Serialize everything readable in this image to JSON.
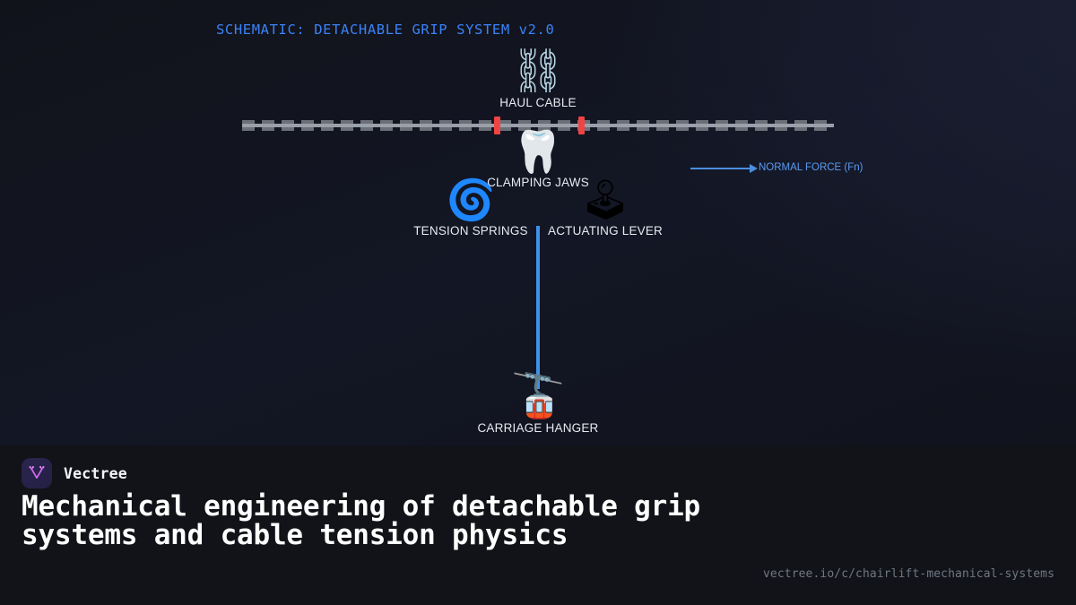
{
  "diagram": {
    "title": "SCHEMATIC: DETACHABLE GRIP SYSTEM v2.0",
    "title_color": "#3b82f6",
    "nodes": [
      {
        "id": "haul-cable",
        "icon": "⛓",
        "icon_name": "chains-icon",
        "label": "HAUL CABLE"
      },
      {
        "id": "clamping-jaws",
        "icon": "🦷",
        "icon_name": "tooth-icon",
        "label": "CLAMPING JAWS"
      },
      {
        "id": "tension-springs",
        "icon": "🌀",
        "icon_name": "spiral-icon",
        "label": "TENSION SPRINGS"
      },
      {
        "id": "actuating-lever",
        "icon": "🕹",
        "icon_name": "joystick-icon",
        "label": "ACTUATING LEVER"
      },
      {
        "id": "carriage-hanger",
        "icon": "🚡",
        "icon_name": "aerial-tramway-icon",
        "label": "CARRIAGE HANGER"
      }
    ],
    "annotation": {
      "label": "NORMAL FORCE (Fn)",
      "color": "#5b9bf0"
    },
    "cable": {
      "color": "#9aa0aa",
      "marker_color": "#ef4444"
    },
    "connector_color": "#3f92e8"
  },
  "footer": {
    "brand": "Vectree",
    "logo_name": "vectree-logo",
    "headline": "Mechanical engineering of detachable grip systems and cable tension physics",
    "url": "vectree.io/c/chairlift-mechanical-systems"
  }
}
